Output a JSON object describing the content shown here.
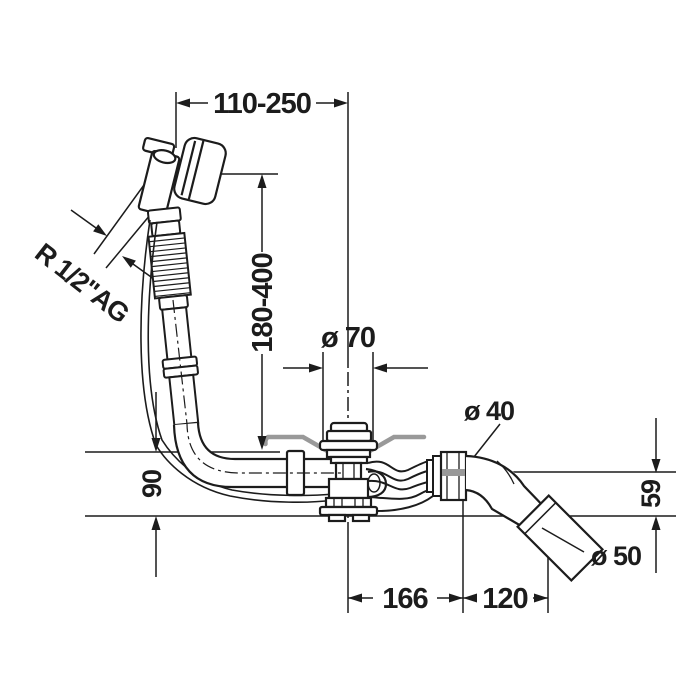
{
  "drawing": {
    "type": "technical-dimension-drawing",
    "subject": "Bathtub waste, overflow and drain set with flexible hose",
    "colors": {
      "line": "#1c1c1c",
      "tub_floor": "#999999",
      "background": "#ffffff"
    },
    "labels": {
      "width_range": "110-250",
      "height_range": "180-400",
      "thread": "R 1/2\"AG",
      "plug_dia": "ø 70",
      "outlet_dia": "ø 40",
      "socket_dia": "ø 50",
      "height_left": "90",
      "height_right": "59",
      "offset_drain": "166",
      "offset_outlet": "120"
    }
  }
}
